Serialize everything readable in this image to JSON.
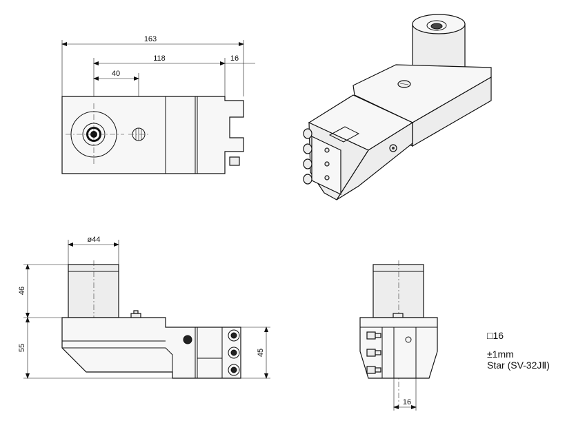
{
  "top_view": {
    "dim_overall": "163",
    "dim_center": "118",
    "dim_hole": "40",
    "dim_slot": "16"
  },
  "front_view": {
    "dim_diameter": "ø44",
    "dim_shank_height": "46",
    "dim_body_height": "55",
    "dim_block_height": "45"
  },
  "side_view": {
    "dim_width": "16"
  },
  "specs": {
    "shank": "□16",
    "tolerance": "±1mm",
    "machine": "Star (SV-32JⅡ)"
  }
}
